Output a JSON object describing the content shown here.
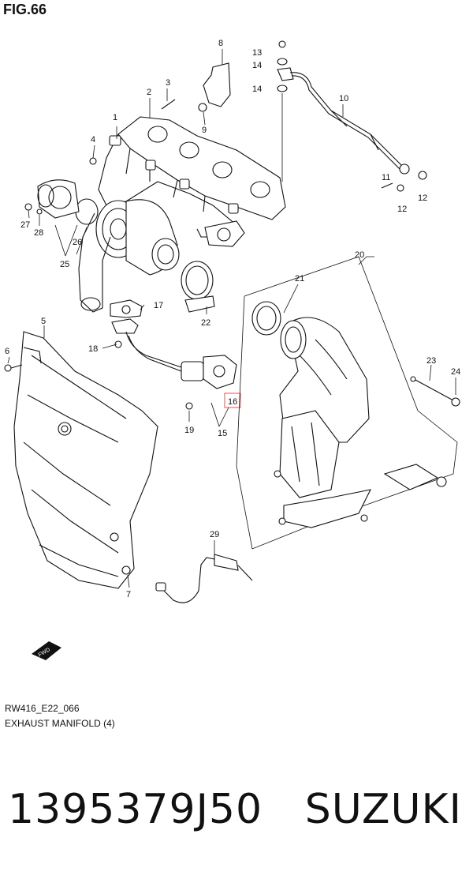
{
  "figure": {
    "title": "FIG.66",
    "diagram_code": "RW416_E22_066",
    "diagram_name": "EXHAUST MANIFOLD (4)",
    "highlight_color": "#e05050"
  },
  "callouts": [
    {
      "id": "c1",
      "label": "1"
    },
    {
      "id": "c2",
      "label": "2"
    },
    {
      "id": "c3",
      "label": "3"
    },
    {
      "id": "c4",
      "label": "4"
    },
    {
      "id": "c5",
      "label": "5"
    },
    {
      "id": "c6",
      "label": "6"
    },
    {
      "id": "c7",
      "label": "7"
    },
    {
      "id": "c8",
      "label": "8"
    },
    {
      "id": "c9",
      "label": "9"
    },
    {
      "id": "c10",
      "label": "10"
    },
    {
      "id": "c11",
      "label": "11"
    },
    {
      "id": "c12a",
      "label": "12"
    },
    {
      "id": "c12b",
      "label": "12"
    },
    {
      "id": "c13",
      "label": "13"
    },
    {
      "id": "c14a",
      "label": "14"
    },
    {
      "id": "c14b",
      "label": "14"
    },
    {
      "id": "c15",
      "label": "15"
    },
    {
      "id": "c16",
      "label": "16"
    },
    {
      "id": "c17",
      "label": "17"
    },
    {
      "id": "c18",
      "label": "18"
    },
    {
      "id": "c19",
      "label": "19"
    },
    {
      "id": "c20",
      "label": "20"
    },
    {
      "id": "c21",
      "label": "21"
    },
    {
      "id": "c22",
      "label": "22"
    },
    {
      "id": "c23",
      "label": "23"
    },
    {
      "id": "c24",
      "label": "24"
    },
    {
      "id": "c25",
      "label": "25"
    },
    {
      "id": "c26",
      "label": "26"
    },
    {
      "id": "c27",
      "label": "27"
    },
    {
      "id": "c28",
      "label": "28"
    },
    {
      "id": "c29",
      "label": "29"
    }
  ],
  "fwd_arrow": {
    "label": "FWD"
  },
  "caption": {
    "part_number": "1395379J50",
    "brand": "SUZUKI"
  }
}
